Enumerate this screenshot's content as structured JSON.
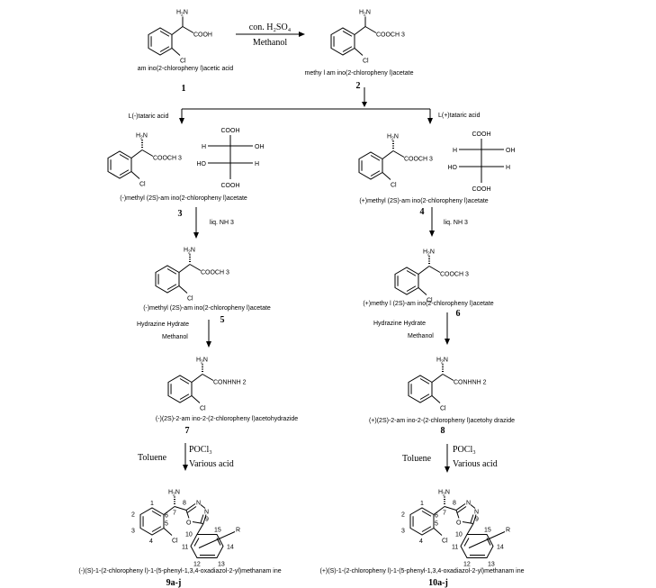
{
  "scheme": {
    "compounds": {
      "c1": {
        "name": "am ino(2-chloropheny l)acetic acid",
        "number": "1",
        "amine": "H2N",
        "group": "COOH",
        "halogen": "Cl"
      },
      "c2": {
        "name": "methy l am ino(2-chloropheny l)acetate",
        "number": "2",
        "amine": "H2N",
        "group": "COOCH 3",
        "halogen": "Cl"
      },
      "c3": {
        "name": "(-)methyl (2S)-am ino(2-chloropheny l)acetate",
        "number": "3",
        "amine": "H2N",
        "group": "COOCH 3",
        "halogen": "Cl"
      },
      "c4": {
        "name": "(+)methyl (2S)-am ino(2-chloropheny l)acetate",
        "number": "4",
        "amine": "H2N",
        "group": "COOCH 3",
        "halogen": "Cl"
      },
      "c5": {
        "name": "(-)methyl (2S)-am ino(2-chloropheny l)acetate",
        "number": "5",
        "amine": "H2N",
        "group": "COOCH 3",
        "halogen": "Cl"
      },
      "c6": {
        "name": "(+)methy l (2S)-am ino(2-chloropheny l)acetate",
        "number": "6",
        "amine": "H2N",
        "group": "COOCH 3",
        "halogen": "Cl"
      },
      "c7": {
        "name": "(-)(2S)-2-am ino-2-(2-chloropheny l)acetohydrazide",
        "number": "7",
        "amine": "H2N",
        "group": "CONHNH 2",
        "halogen": "Cl"
      },
      "c8": {
        "name": "(+)(2S)-2-am ino-2-(2-chloropheny l)acetohy drazide",
        "number": "8",
        "amine": "H2N",
        "group": "CONHNH 2",
        "halogen": "Cl"
      },
      "c9": {
        "name": "(-)(S)-1-(2-chloropheny l)-1-(5-phenyl-1,3,4-oxadiazol-2-yl)methanam ine",
        "number": "9a-j",
        "amine": "H2N",
        "halogen": "Cl",
        "substituent": "R"
      },
      "c10": {
        "name": "(+)(S)-1-(2-chloropheny l)-1-(5-phenyl-1,3,4-oxadiazol-2-yl)methanam ine",
        "number": "10a-j",
        "amine": "H2N",
        "halogen": "Cl",
        "substituent": "R"
      }
    },
    "tartaric": {
      "top": "COOH",
      "bottom": "COOH",
      "h": "H",
      "oh": "OH",
      "ho": "HO"
    },
    "reagents": {
      "step1_top": "con. H₂SO₄",
      "step1_bottom": "Methanol",
      "left_resolve": "L(-)tataric acid",
      "right_resolve": "L(+)tataric acid",
      "ammonia": "liq. NH 3",
      "hydrazine": "Hydrazine Hydrate",
      "methanol": "Methanol",
      "toluene": "Toluene",
      "pocl3": "POCl₃",
      "acid": "Various acid"
    },
    "atom_numbers": [
      "1",
      "2",
      "3",
      "4",
      "5",
      "6",
      "7",
      "8",
      "9",
      "10",
      "11",
      "12",
      "13",
      "14",
      "15"
    ],
    "ring_atoms": {
      "N1": "N",
      "N2": "N",
      "O": "O"
    }
  }
}
